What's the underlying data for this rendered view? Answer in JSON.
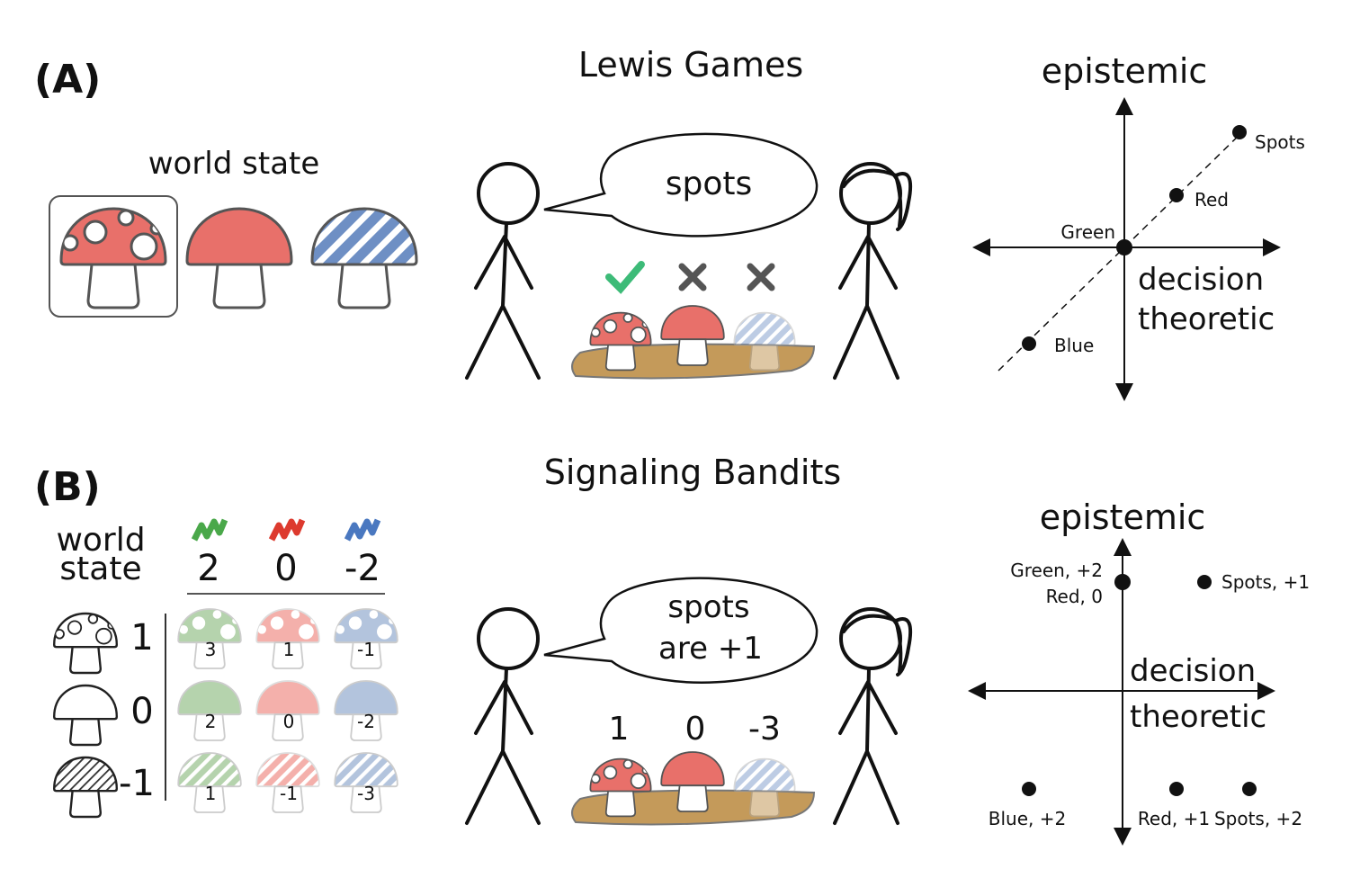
{
  "panel_a": {
    "label": "(A)",
    "title": "Lewis Games",
    "world_state_label": "world state",
    "speech": "spots",
    "feedback": [
      "check",
      "cross",
      "cross"
    ],
    "plot": {
      "y_label": "epistemic",
      "x_label_line1": "decision",
      "x_label_line2": "theoretic",
      "points": [
        "Spots",
        "Red",
        "Green",
        "Blue"
      ]
    }
  },
  "panel_b": {
    "label": "(B)",
    "title": "Signaling Bandits",
    "world_state_line1": "world",
    "world_state_line2": "state",
    "color_values": [
      "2",
      "0",
      "-2"
    ],
    "row_values": [
      "1",
      "0",
      "-1"
    ],
    "grid": [
      [
        "3",
        "1",
        "-1"
      ],
      [
        "2",
        "0",
        "-2"
      ],
      [
        "1",
        "-1",
        "-3"
      ]
    ],
    "speech_line1": "spots",
    "speech_line2": "are +1",
    "rewards": [
      "1",
      "0",
      "-3"
    ],
    "plot": {
      "y_label": "epistemic",
      "x_label_line1": "decision",
      "x_label_line2": "theoretic",
      "points": [
        "Green, +2",
        "Red, 0",
        "Spots, +1",
        "Blue, +2",
        "Red, +1",
        "Spots, +2"
      ]
    }
  },
  "colors": {
    "red": "#e8706a",
    "green": "#4aa84a",
    "blue": "#6e8fc4",
    "ground": "#c49a5a"
  }
}
